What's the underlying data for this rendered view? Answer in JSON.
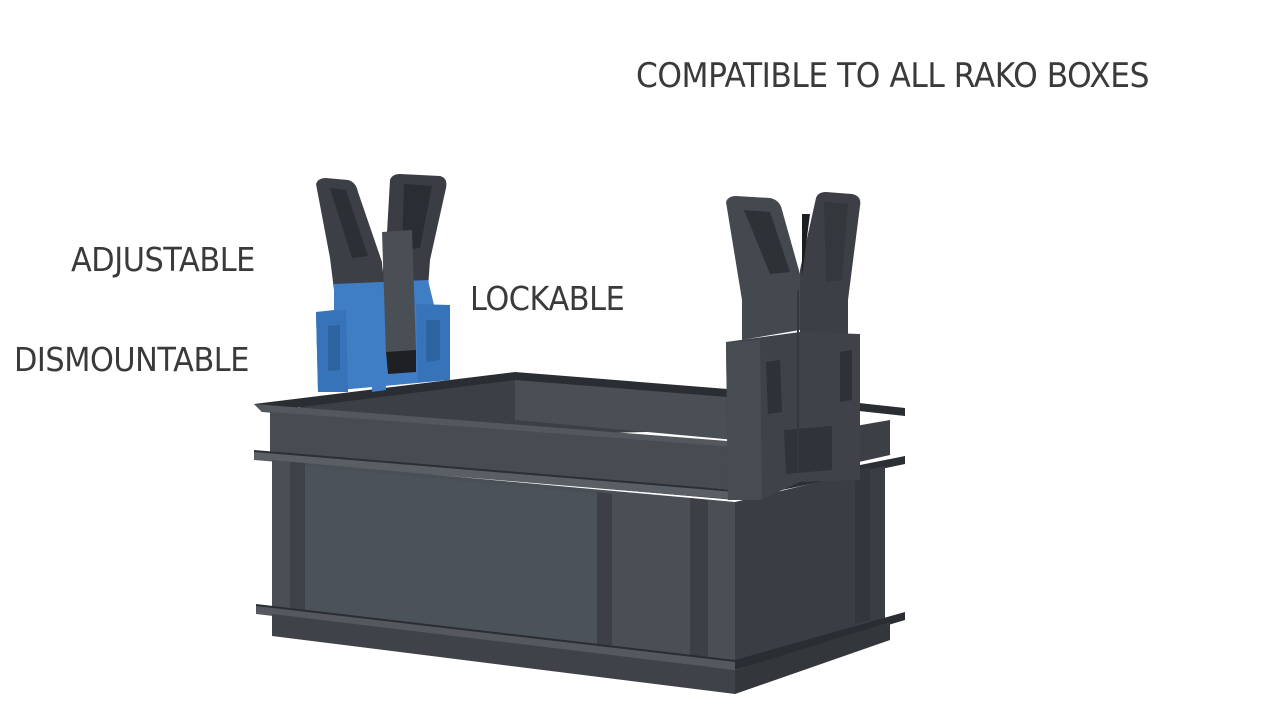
{
  "headline": "COMPATIBLE TO ALL RAKO BOXES",
  "features": {
    "adjustable": "ADJUSTABLE",
    "dismountable": "DISMOUNTABLE",
    "lockable": "LOCKABLE"
  },
  "product": {
    "box_icon": "rako-box-icon",
    "left_handle_icon": "adjustable-handle-blue-base-icon",
    "right_handle_icon": "handle-mounted-icon"
  },
  "colors": {
    "background": "#ffffff",
    "text": "#3a3a3c",
    "box_body": "#43484f",
    "box_dark": "#2e3237",
    "box_rim": "#5a5f66",
    "handle_dark": "#3c4046",
    "handle_blue": "#3f7ec4"
  }
}
